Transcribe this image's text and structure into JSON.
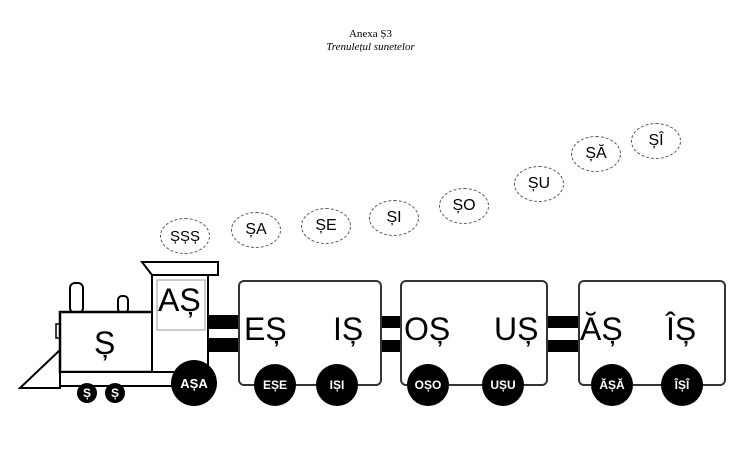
{
  "header": {
    "title": "Anexa Ș3",
    "subtitle": "Trenulețul sunetelor"
  },
  "clouds": [
    "ȘȘȘ",
    "ȘA",
    "ȘE",
    "ȘI",
    "ȘO",
    "ȘU",
    "ȘĂ",
    "ȘÎ"
  ],
  "locomotive": {
    "body": "Ș",
    "cab": "AȘ",
    "small_wheels": [
      "Ș",
      "Ș"
    ],
    "big_wheel": "AȘA"
  },
  "cars": [
    {
      "left": "EȘ",
      "right": "IȘ",
      "wheels": [
        "EȘE",
        "IȘI"
      ]
    },
    {
      "left": "OȘ",
      "right": "UȘ",
      "wheels": [
        "OȘO",
        "UȘU"
      ]
    },
    {
      "left": "ĂȘ",
      "right": "ÎȘ",
      "wheels": [
        "ĂȘĂ",
        "ÎȘÎ"
      ]
    }
  ]
}
